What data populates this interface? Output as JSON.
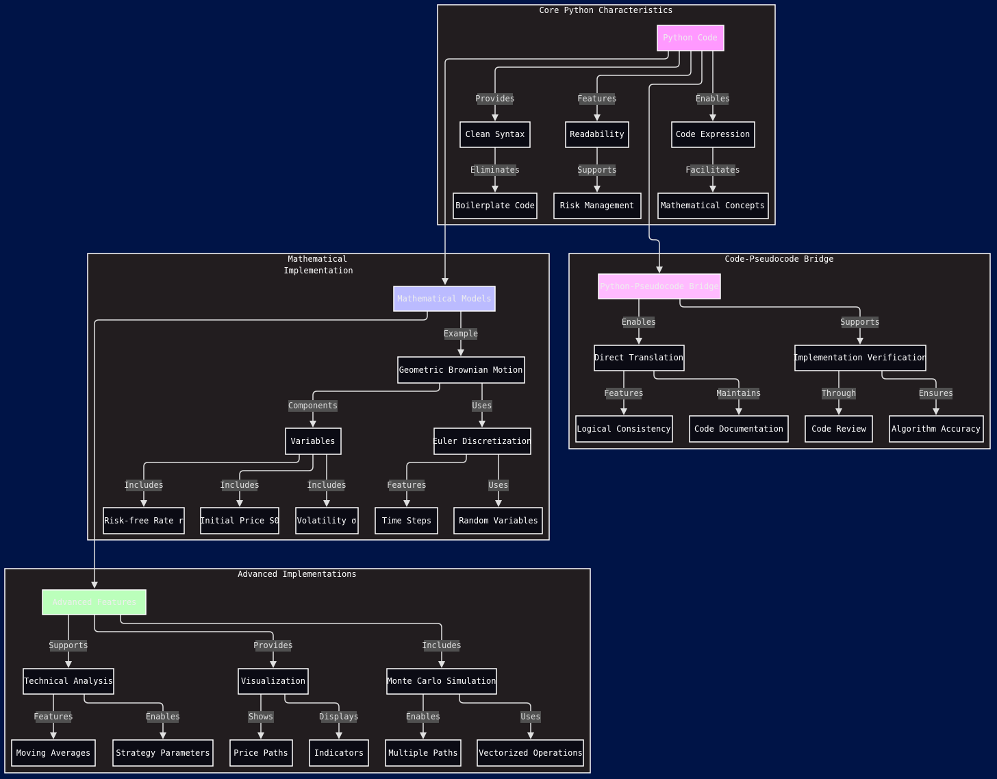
{
  "clusters": {
    "core": {
      "title": "Core Python Characteristics"
    },
    "math": {
      "title_line1": "Mathematical",
      "title_line2": "Implementation"
    },
    "bridge": {
      "title": "Code-Pseudocode Bridge"
    },
    "adv": {
      "title": "Advanced Implementations"
    }
  },
  "nodes": {
    "python_code": "Python Code",
    "clean_syntax": "Clean Syntax",
    "readability": "Readability",
    "code_expression": "Code Expression",
    "boilerplate": "Boilerplate Code",
    "risk_mgmt": "Risk Management",
    "math_concepts": "Mathematical Concepts",
    "math_models": "Mathematical Models",
    "gbm": "Geometric Brownian Motion",
    "variables": "Variables",
    "euler": "Euler Discretization",
    "risk_free": "Risk-free Rate r",
    "initial_price": "Initial Price S0",
    "volatility": "Volatility σ",
    "time_steps": "Time Steps",
    "random_vars": "Random Variables",
    "bridge": "Python-Pseudocode Bridge",
    "direct_translation": "Direct Translation",
    "impl_verification": "Implementation Verification",
    "logical_consistency": "Logical Consistency",
    "code_doc": "Code Documentation",
    "code_review": "Code Review",
    "algo_accuracy": "Algorithm Accuracy",
    "adv_features": "Advanced Features",
    "technical_analysis": "Technical Analysis",
    "visualization": "Visualization",
    "monte_carlo": "Monte Carlo Simulation",
    "moving_averages": "Moving Averages",
    "strategy_params": "Strategy Parameters",
    "price_paths": "Price Paths",
    "indicators": "Indicators",
    "multiple_paths": "Multiple Paths",
    "vectorized_ops": "Vectorized Operations"
  },
  "edges": {
    "provides": "Provides",
    "features_core": "Features",
    "enables_core": "Enables",
    "eliminates": "Eliminates",
    "supports_core": "Supports",
    "facilitates": "Facilitates",
    "example": "Example",
    "components": "Components",
    "uses_gbm": "Uses",
    "includes_r": "Includes",
    "includes_s0": "Includes",
    "includes_vol": "Includes",
    "features_euler": "Features",
    "uses_euler": "Uses",
    "enables_bridge": "Enables",
    "supports_bridge": "Supports",
    "features_dt": "Features",
    "maintains": "Maintains",
    "through": "Through",
    "ensures": "Ensures",
    "supports_adv": "Supports",
    "provides_adv": "Provides",
    "includes_adv": "Includes",
    "features_ta": "Features",
    "enables_ta": "Enables",
    "shows": "Shows",
    "displays": "Displays",
    "enables_mc": "Enables",
    "uses_mc": "Uses"
  },
  "colors": {
    "background": "#001447",
    "cluster_fill": "#221d1f",
    "node_fill": "#0b0b14",
    "python_code_fill": "#ff99ff",
    "math_models_fill": "#bbbbff",
    "bridge_fill": "#ffbbff",
    "adv_fill": "#bbffbb",
    "edge_label_bg": "#505050",
    "line": "#e0e0e0"
  }
}
